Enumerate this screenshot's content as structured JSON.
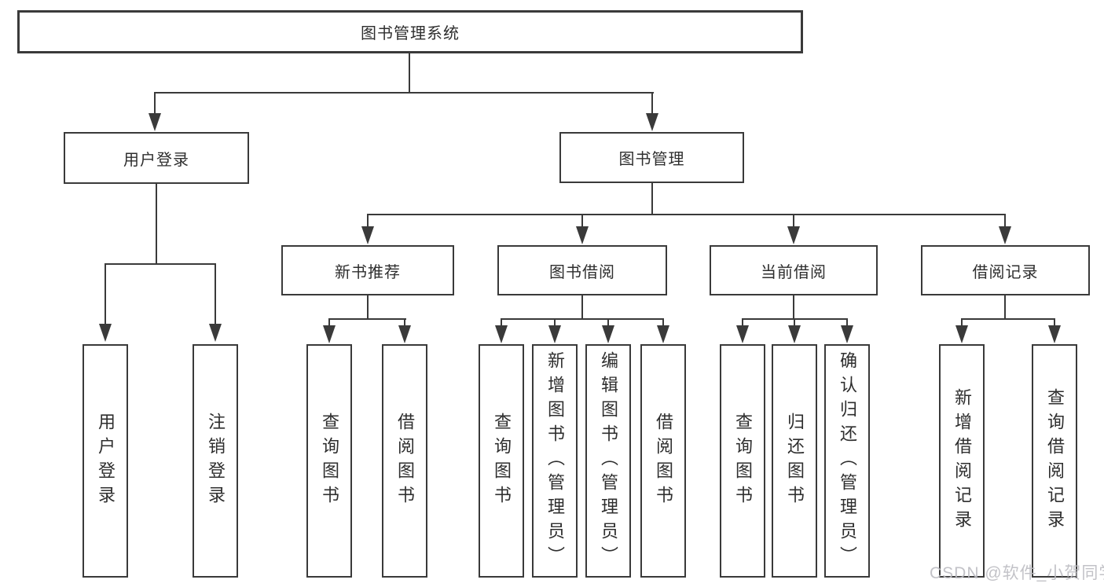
{
  "root": {
    "label": "图书管理系统"
  },
  "tree": {
    "user": {
      "label": "用户登录",
      "children": [
        {
          "label": "用户登录"
        },
        {
          "label": "注销登录"
        }
      ]
    },
    "book": {
      "label": "图书管理",
      "groups": [
        {
          "label": "新书推荐",
          "children": [
            {
              "label": "查询图书"
            },
            {
              "label": "借阅图书"
            }
          ]
        },
        {
          "label": "图书借阅",
          "children": [
            {
              "label": "查询图书"
            },
            {
              "label": "新增图书（管理员）"
            },
            {
              "label": "编辑图书（管理员）"
            },
            {
              "label": "借阅图书"
            }
          ]
        },
        {
          "label": "当前借阅",
          "children": [
            {
              "label": "查询图书"
            },
            {
              "label": "归还图书"
            },
            {
              "label": "确认归还（管理员）"
            }
          ]
        },
        {
          "label": "借阅记录",
          "children": [
            {
              "label": "新增借阅记录"
            },
            {
              "label": "查询借阅记录"
            }
          ]
        }
      ]
    }
  },
  "watermark": "CSDN @软件_小贺同学",
  "colors": {
    "line": "#3a3a3a",
    "text": "#2e2e2e",
    "box_bg": "#ffffff",
    "watermark": "#bcbcc2"
  }
}
